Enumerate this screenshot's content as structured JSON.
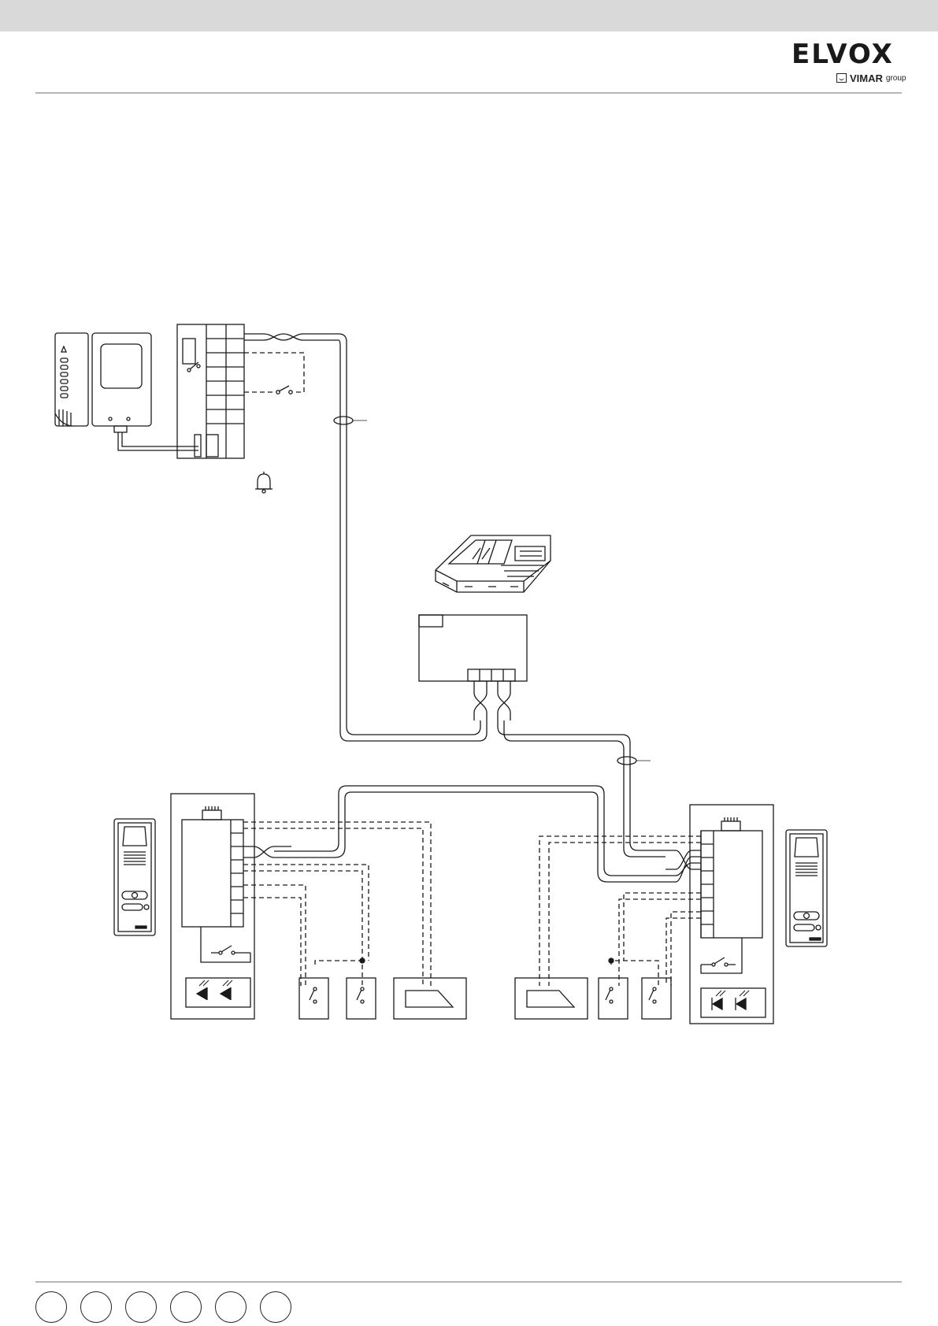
{
  "header": {
    "logo_text": "ELVOX",
    "logo_sub_brand": "VIMAR",
    "logo_sub_group": "group",
    "logo_icon": "vimar-square-icon",
    "band_color": "#d9d9d9",
    "rule_color": "#b5b5b5"
  },
  "diagram": {
    "line_color": "#1a1a1a",
    "icons": [
      "bell-icon",
      "switch-icon",
      "diode-icon",
      "led-light-icon",
      "terminal-block-icon"
    ],
    "components": [
      "video-handset",
      "handset-terminal-box",
      "power-supply-unit",
      "power-supply-module",
      "entrance-panel-left",
      "entrance-panel-right",
      "door-lock-left",
      "door-lock-right",
      "push-button-left",
      "push-button-right"
    ]
  },
  "footer": {
    "language_circles": 6
  }
}
